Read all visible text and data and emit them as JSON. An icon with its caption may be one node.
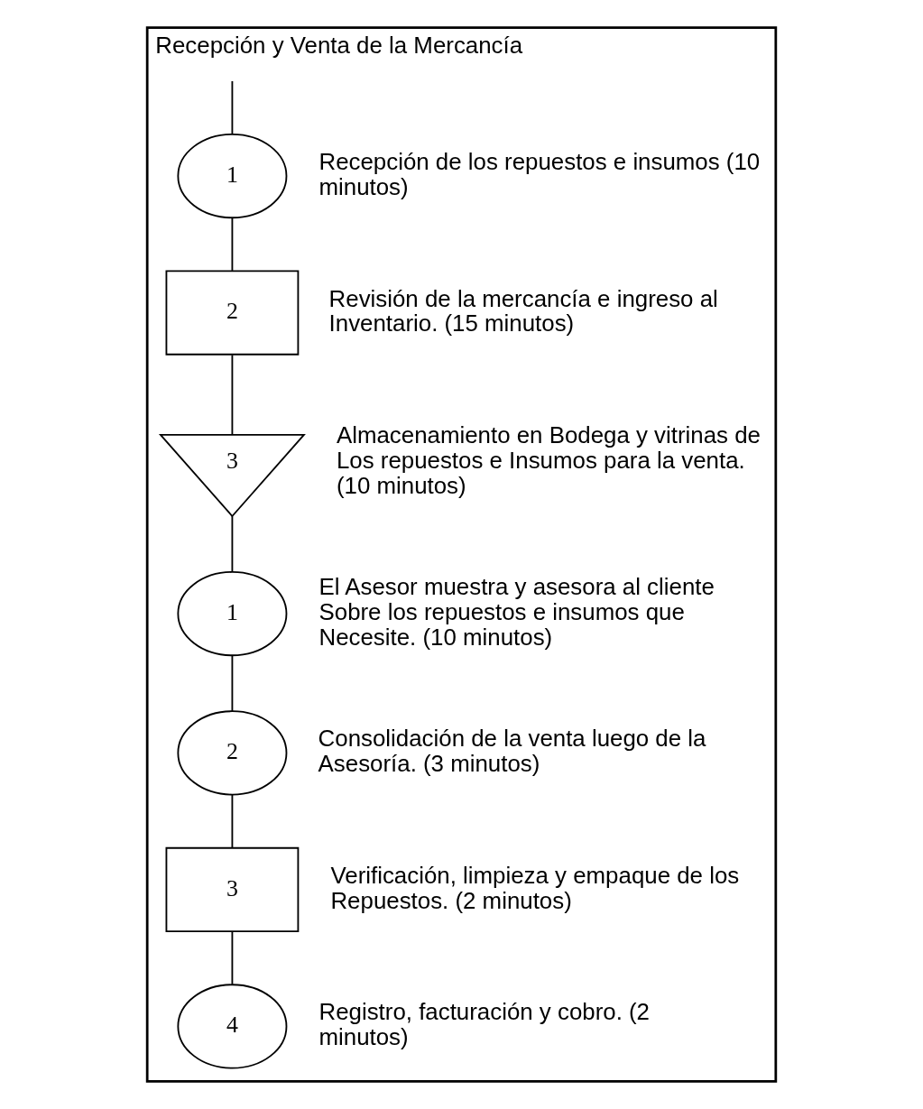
{
  "diagram": {
    "nodes": [
      {
        "text": [
          "Recepción y Venta de la Mercancía"
        ]
      },
      {
        "text": [
          "1"
        ],
        "in": 0,
        "beside": [
          "Recepción de los repuestos e insumos (10 minutos)"
        ]
      },
      {
        "text": [
          "2"
        ],
        "in": 0,
        "beside": [
          "Revisión de la mercancía e ingreso al Inventario. (15 minutos)"
        ]
      },
      {
        "text": [
          "3"
        ],
        "in": 0,
        "beside": [
          "Almacenamiento en Bodega y vitrinas de Los repuestos e Insumos para la venta. (10 minutos)"
        ]
      },
      {
        "text": [
          "1"
        ],
        "in": 0,
        "beside": [
          "El Asesor muestra y asesora al cliente Sobre los repuestos e insumos que Necesite. (10 minutos)"
        ]
      },
      {
        "text": [
          "2"
        ],
        "in": 0,
        "beside": [
          "Consolidación de la venta luego de la Asesoría. (3 minutos)"
        ]
      },
      {
        "text": [
          "3"
        ],
        "in": 0,
        "beside": [
          "Verificación, limpieza y empaque de los Repuestos. (2 minutos)"
        ]
      },
      {
        "text": [
          "4"
        ],
        "in": 0,
        "beside": [
          "Registro, facturación y cobro. (2 minutos)"
        ]
      }
    ],
    "edges": [
      {
        "from": null,
        "to": 1,
        "arrow": "none"
      },
      {
        "from": 1,
        "to": 2,
        "arrow": "none"
      },
      {
        "from": 2,
        "to": 3,
        "arrow": "none"
      },
      {
        "from": 3,
        "to": 4,
        "arrow": "none"
      },
      {
        "from": 4,
        "to": 5,
        "arrow": "none"
      },
      {
        "from": 5,
        "to": 6,
        "arrow": "none"
      },
      {
        "from": 6,
        "to": 7,
        "arrow": "none"
      }
    ]
  }
}
